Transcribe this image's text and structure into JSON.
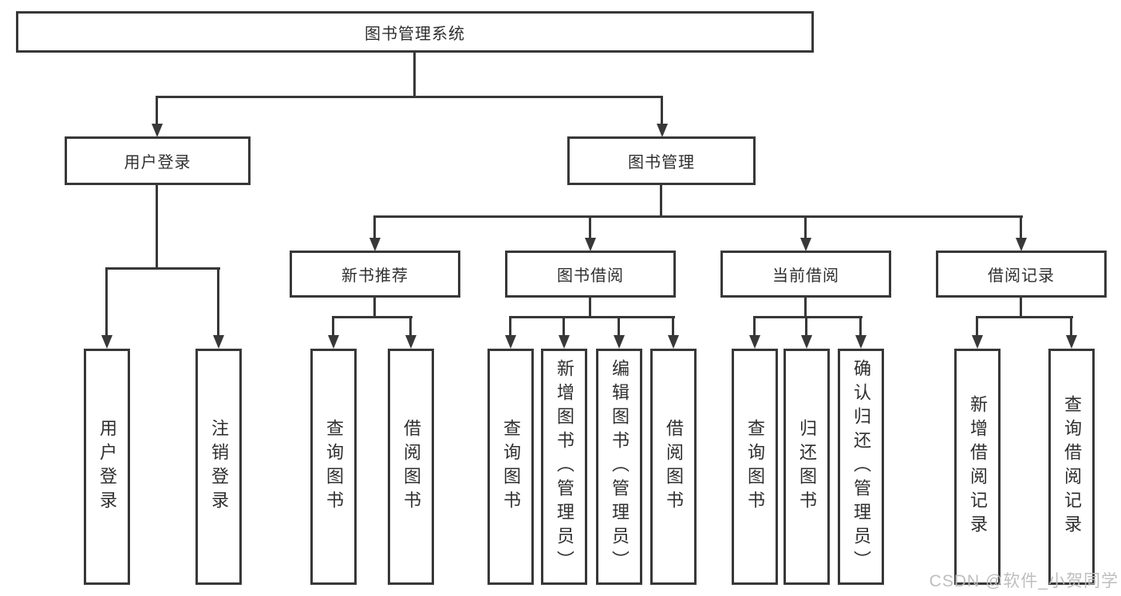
{
  "colors": {
    "line": "#383838",
    "text": "#2f2f2f",
    "box_fill": "#ffffff",
    "watermark": "#bababa",
    "background": "#ffffff"
  },
  "watermark": {
    "text": "CSDN @软件_小贺同学"
  },
  "tree": {
    "label": "图书管理系统",
    "children": [
      {
        "label": "用户登录",
        "children": [
          {
            "label": "用户登录"
          },
          {
            "label": "注销登录"
          }
        ]
      },
      {
        "label": "图书管理",
        "children": [
          {
            "label": "新书推荐",
            "children": [
              {
                "label": "查询图书"
              },
              {
                "label": "借阅图书"
              }
            ]
          },
          {
            "label": "图书借阅",
            "children": [
              {
                "label": "查询图书"
              },
              {
                "label": "新增图书（管理员）"
              },
              {
                "label": "编辑图书（管理员）"
              },
              {
                "label": "借阅图书"
              }
            ]
          },
          {
            "label": "当前借阅",
            "children": [
              {
                "label": "查询图书"
              },
              {
                "label": "归还图书"
              },
              {
                "label": "确认归还（管理员）"
              }
            ]
          },
          {
            "label": "借阅记录",
            "children": [
              {
                "label": "新增借阅记录"
              },
              {
                "label": "查询借阅记录"
              }
            ]
          }
        ]
      }
    ]
  }
}
